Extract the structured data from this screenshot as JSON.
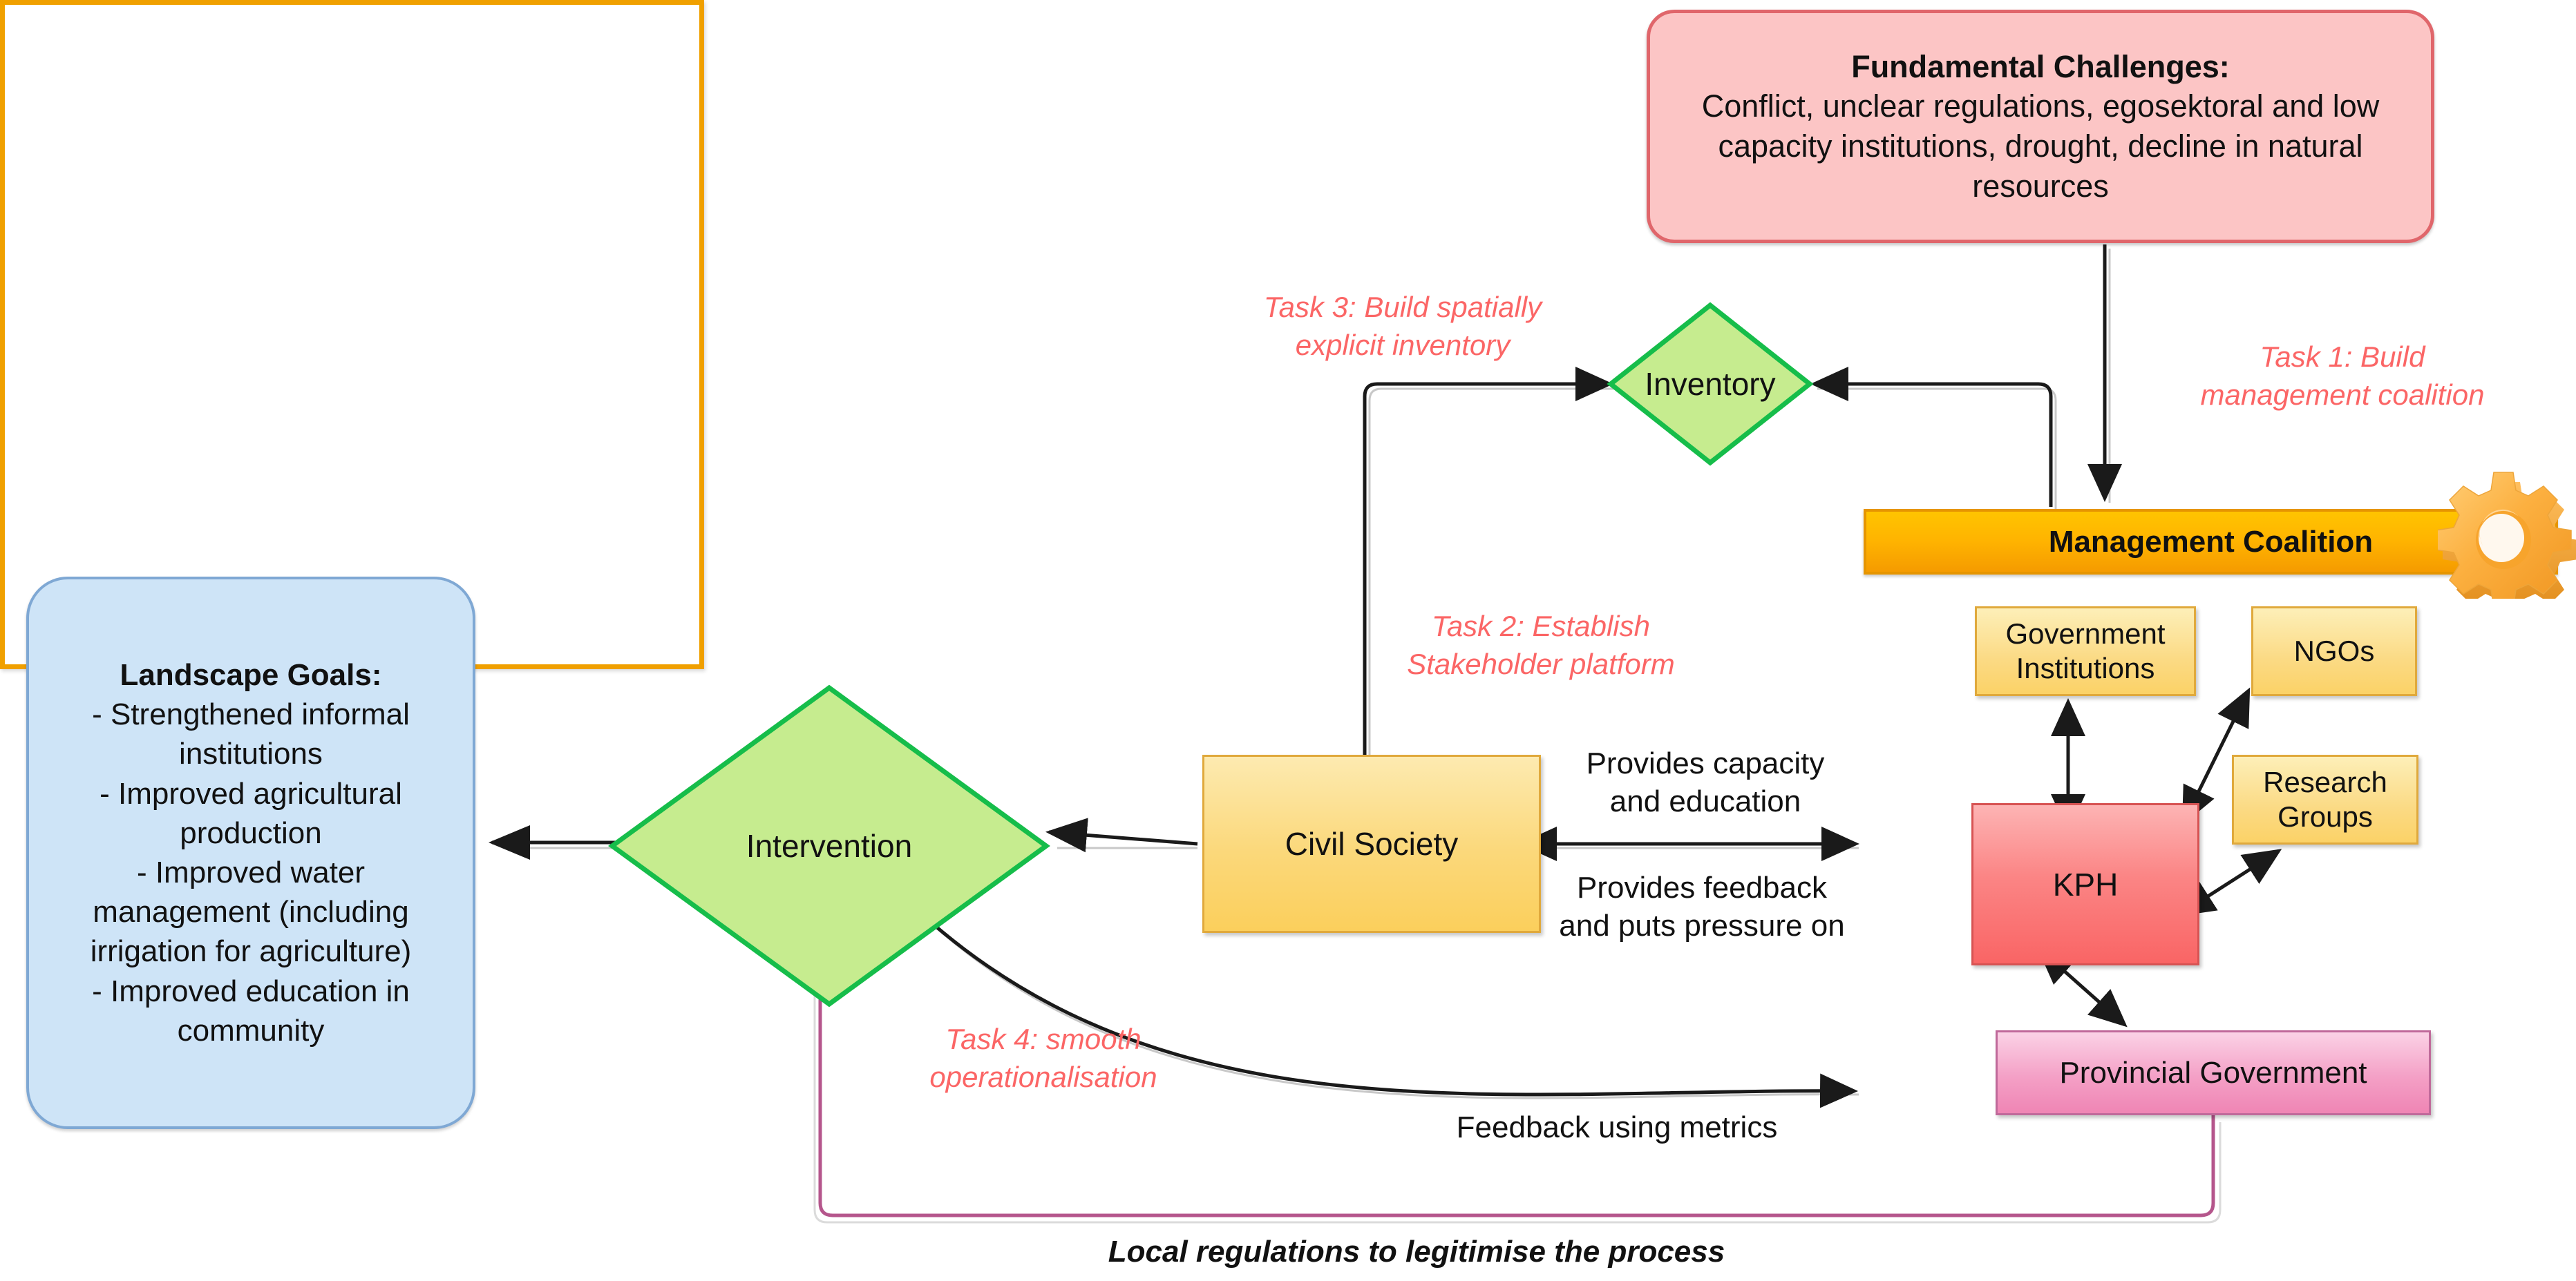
{
  "diagram": {
    "title": "Landscape governance flow diagram",
    "colors": {
      "challenges_fill": "#fcc5c5",
      "challenges_border": "#e0666b",
      "goals_fill": "#cee4f7",
      "goals_border": "#7fa8d4",
      "coalition_border": "#f0a000",
      "coalition_header": "#ffb300",
      "inner_box_fill": "#fbd87a",
      "kph_fill": "#f96565",
      "provincial_fill": "#f4a0c6",
      "diamond_fill": "#c6ec8f",
      "diamond_border": "#16bd4a",
      "task_text": "#fb6666",
      "regulation_line": "#b5568c"
    }
  },
  "challenges": {
    "title": "Fundamental Challenges:",
    "body_lines": [
      "Conflict, unclear regulations, egosektoral and low",
      "capacity institutions, drought, decline in natural",
      "resources"
    ]
  },
  "goals": {
    "title": "Landscape Goals:",
    "body_lines": [
      "- Strengthened informal",
      "institutions",
      "- Improved agricultural",
      "production",
      "- Improved water",
      "management (including",
      "irrigation for agriculture)",
      "- Improved education in",
      "community"
    ]
  },
  "coalition": {
    "header": "Management Coalition",
    "gear_icon": "gear-icon",
    "members": [
      {
        "id": "gov",
        "label": "Government Institutions"
      },
      {
        "id": "ngos",
        "label": "NGOs"
      },
      {
        "id": "research",
        "label": "Research Groups"
      },
      {
        "id": "kph",
        "label": "KPH"
      },
      {
        "id": "provincial",
        "label": "Provincial Government"
      }
    ]
  },
  "nodes": {
    "civil_society": "Civil Society",
    "inventory": "Inventory",
    "intervention": "Intervention"
  },
  "tasks": [
    {
      "id": "task1",
      "lines": [
        "Task 1: Build",
        "management coalition"
      ]
    },
    {
      "id": "task2",
      "lines": [
        "Task 2: Establish",
        "Stakeholder platform"
      ]
    },
    {
      "id": "task3",
      "lines": [
        "Task 3: Build spatially",
        "explicit inventory"
      ]
    },
    {
      "id": "task4",
      "lines": [
        "Task 4: smooth",
        "operationalisation"
      ]
    }
  ],
  "edge_labels": {
    "provides_capacity": [
      "Provides capacity",
      "and education"
    ],
    "provides_feedback": [
      "Provides feedback",
      "and puts pressure on"
    ],
    "feedback_metrics": "Feedback using metrics",
    "local_regulations": "Local regulations to legitimise the process"
  }
}
